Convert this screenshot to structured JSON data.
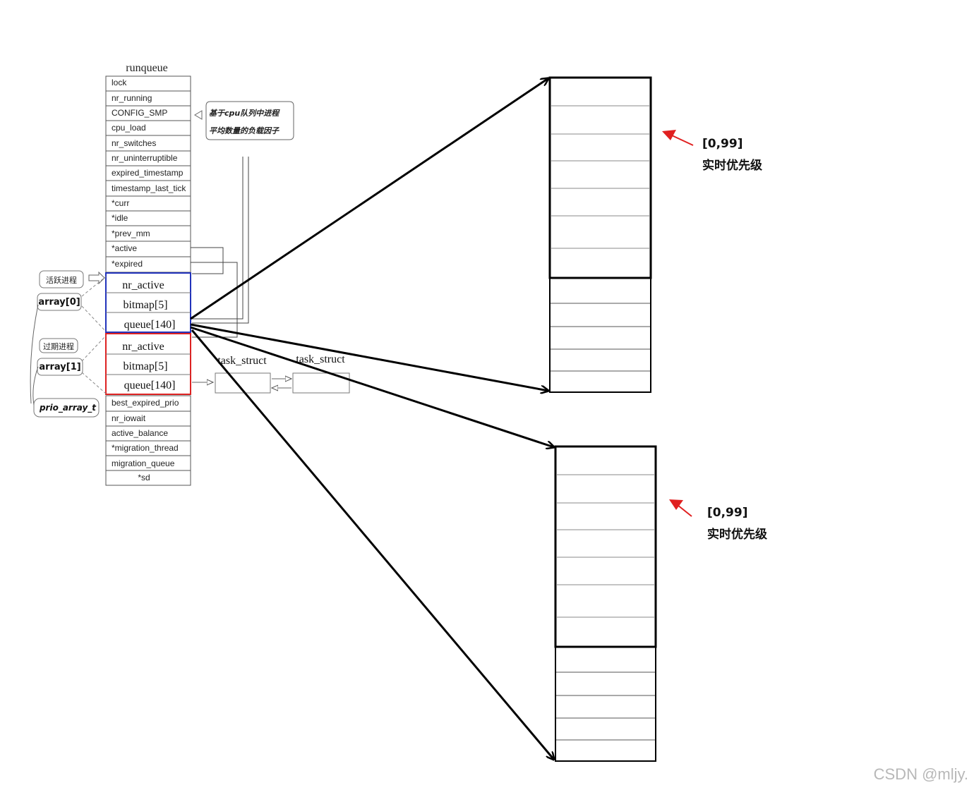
{
  "runqueue": {
    "title": "runqueue",
    "fields_top": [
      "lock",
      "nr_running",
      "CONFIG_SMP",
      "cpu_load",
      "nr_switches",
      "nr_uninterruptible",
      "expired_timestamp",
      "timestamp_last_tick",
      "*curr",
      "*idle",
      "*prev_mm",
      "*active",
      "*expired"
    ],
    "fields_bottom": [
      "best_expired_prio",
      "nr_iowait",
      "active_balance",
      "*migration_thread",
      "migration_queue",
      "*sd"
    ]
  },
  "prio_array_active": {
    "fields": [
      "nr_active",
      "bitmap[5]",
      "queue[140]"
    ],
    "color": "#2233bb"
  },
  "prio_array_expired": {
    "fields": [
      "nr_active",
      "bitmap[5]",
      "queue[140]"
    ],
    "color": "#dd2222"
  },
  "callouts": {
    "cpu_load_note_line1": "基于cpu队列中进程",
    "cpu_load_note_line2": "平均数量的负载因子",
    "active_process": "活跃进程",
    "expired_process": "过期进程",
    "array0": "array[0]",
    "array1": "array[1]",
    "prio_array_t": "prio_array_t"
  },
  "task_struct_labels": [
    "task_struct",
    "task_struct"
  ],
  "priority_blocks": [
    {
      "range": "[0,99]",
      "label": "实时优先级"
    },
    {
      "range": "[0,99]",
      "label": "实时优先级"
    }
  ],
  "arrow_color": "#e02020",
  "watermark": "CSDN @mljy."
}
